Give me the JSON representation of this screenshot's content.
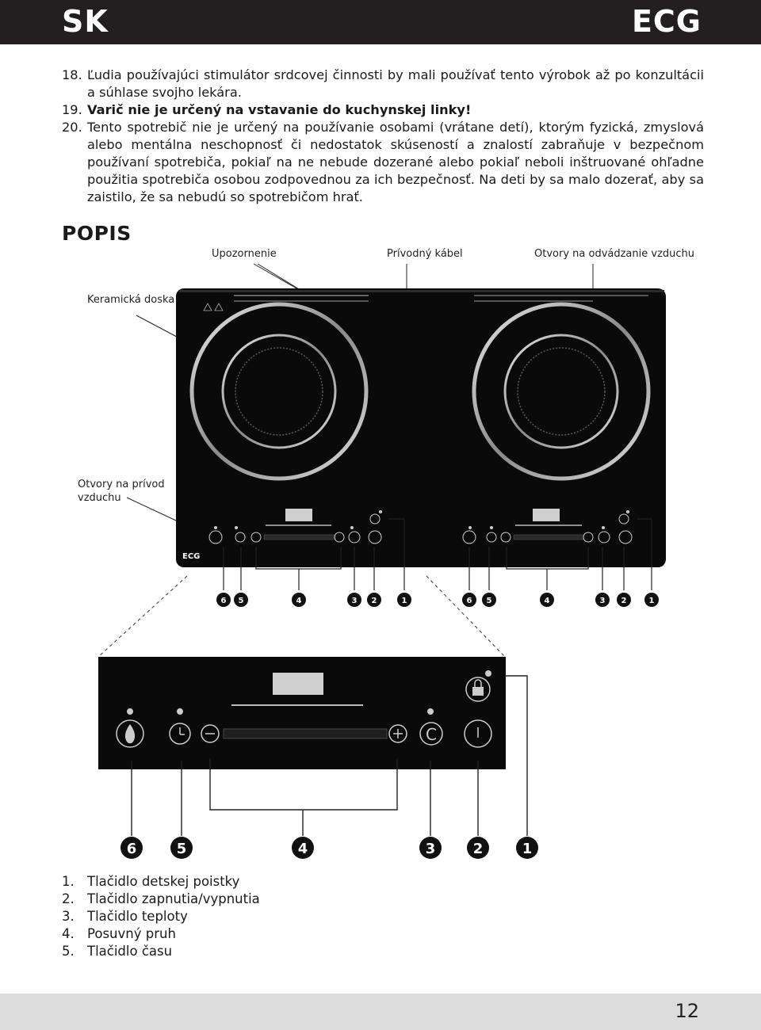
{
  "header": {
    "lang": "SK",
    "brand": "ECG"
  },
  "notes": [
    {
      "num": "18.",
      "text": "Ľudia používajúci stimulátor srdcovej činnosti by mali používať tento výrobok až po konzultácii a súhlase svojho lekára.",
      "bold": false
    },
    {
      "num": "19.",
      "text": "Varič nie je určený na vstavanie do kuchynskej linky!",
      "bold": true
    },
    {
      "num": "20.",
      "text": "Tento spotrebič nie je určený na používanie osobami (vrátane detí), ktorým fyzická, zmyslová alebo mentálna neschopnosť či nedostatok skúseností a znalostí zabraňuje v bezpečnom používaní spotrebiča, pokiaľ na ne nebude dozerané alebo pokiaľ neboli inštruované ohľadne použitia spotrebiča osobou zodpovednou za ich bezpečnosť. Na deti by sa malo dozerať, aby sa zaistilo, že sa nebudú so spotrebičom hrať.",
      "bold": false
    }
  ],
  "section_title": "POPIS",
  "labels": {
    "warning": "Upozornenie",
    "power_cord": "Prívodný kábel",
    "air_outlet": "Otvory na odvádzanie vzduchu",
    "ceramic_plate": "Keramická doska",
    "air_inlet": "Otvory na prívod vzduchu"
  },
  "device_brand": "ECG",
  "callout_numbers": [
    "6",
    "5",
    "4",
    "3",
    "2",
    "1"
  ],
  "legend": [
    {
      "num": "1.",
      "text": "Tlačidlo detskej poistky"
    },
    {
      "num": "2.",
      "text": "Tlačidlo zapnutia/vypnutia"
    },
    {
      "num": "3.",
      "text": "Tlačidlo teploty"
    },
    {
      "num": "4.",
      "text": "Posuvný pruh"
    },
    {
      "num": "5.",
      "text": "Tlačidlo času"
    }
  ],
  "page_number": "12"
}
